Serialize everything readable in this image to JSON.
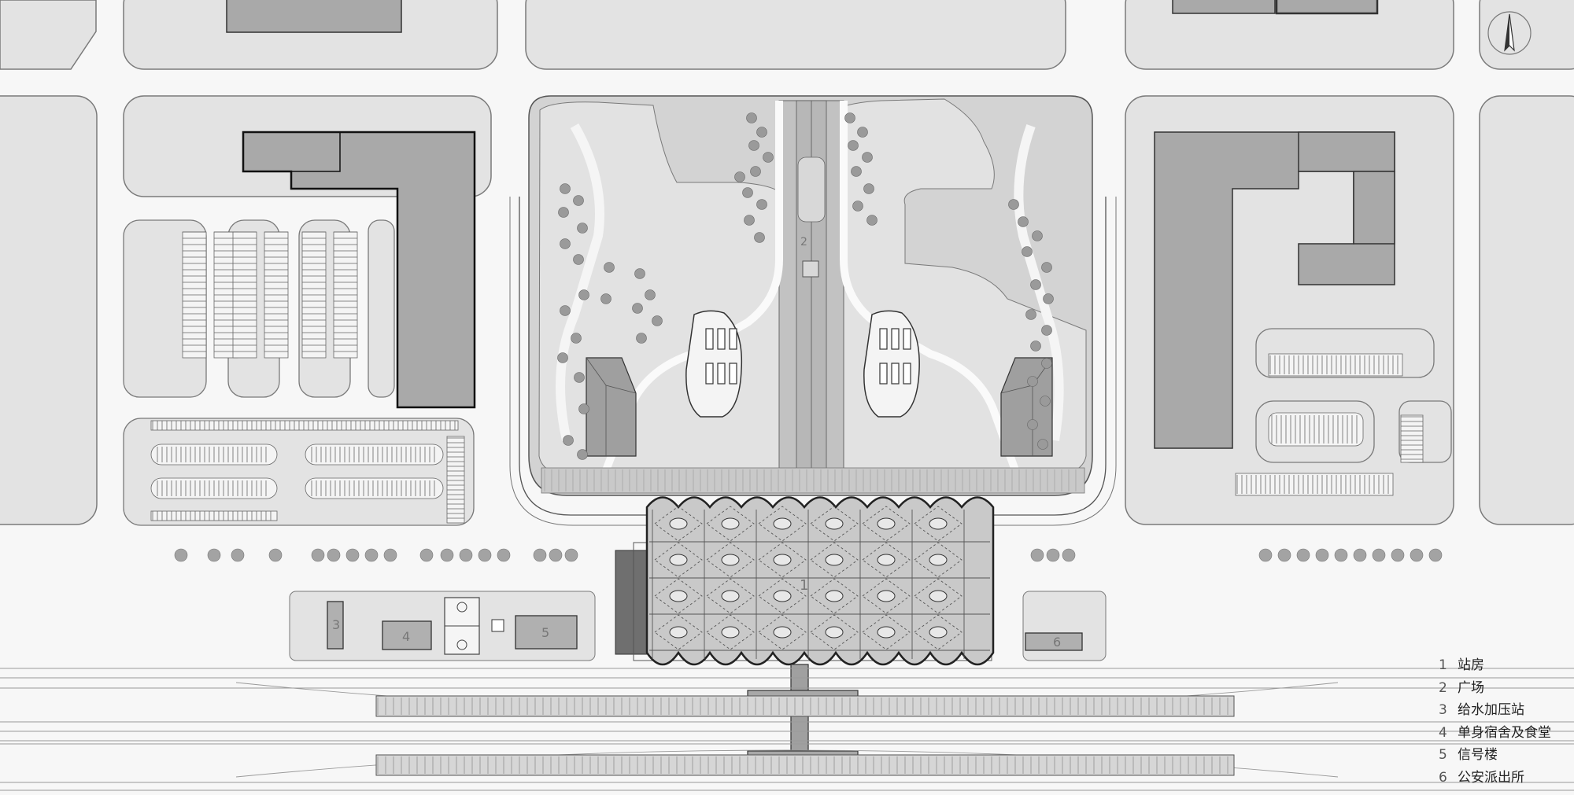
{
  "legend": [
    {
      "num": "1",
      "label": "站房"
    },
    {
      "num": "2",
      "label": "广场"
    },
    {
      "num": "3",
      "label": "给水加压站"
    },
    {
      "num": "4",
      "label": "单身宿舍及食堂"
    },
    {
      "num": "5",
      "label": "信号楼"
    },
    {
      "num": "6",
      "label": "公安派出所"
    }
  ],
  "plan_numbers": {
    "n1": "1",
    "n2": "2",
    "n3": "3",
    "n4": "4",
    "n5": "5",
    "n6": "6"
  },
  "colors": {
    "background": "#ececec",
    "road": "#f7f7f7",
    "block": "#e3e3e3",
    "building": "#a9a9a9",
    "outline": "#555555",
    "tree": "#9a9a9a"
  },
  "icons": {
    "north_arrow": "north-arrow-icon"
  }
}
